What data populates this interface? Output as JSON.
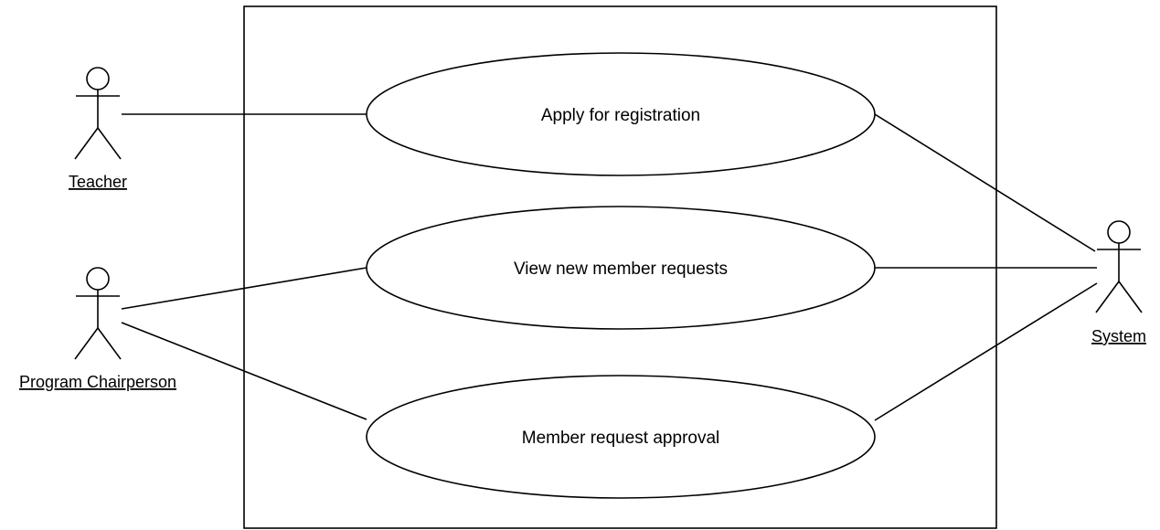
{
  "diagram": {
    "type": "uml-use-case",
    "actors": [
      {
        "id": "teacher",
        "label": "Teacher"
      },
      {
        "id": "chair",
        "label": "Program Chairperson"
      },
      {
        "id": "system",
        "label": "System"
      }
    ],
    "use_cases": [
      {
        "id": "apply",
        "label": "Apply for registration"
      },
      {
        "id": "view",
        "label": "View new member requests"
      },
      {
        "id": "approve",
        "label": "Member request approval"
      }
    ],
    "associations": [
      {
        "from": "teacher",
        "to": "apply"
      },
      {
        "from": "chair",
        "to": "view"
      },
      {
        "from": "chair",
        "to": "approve"
      },
      {
        "from": "system",
        "to": "apply"
      },
      {
        "from": "system",
        "to": "view"
      },
      {
        "from": "system",
        "to": "approve"
      }
    ]
  }
}
